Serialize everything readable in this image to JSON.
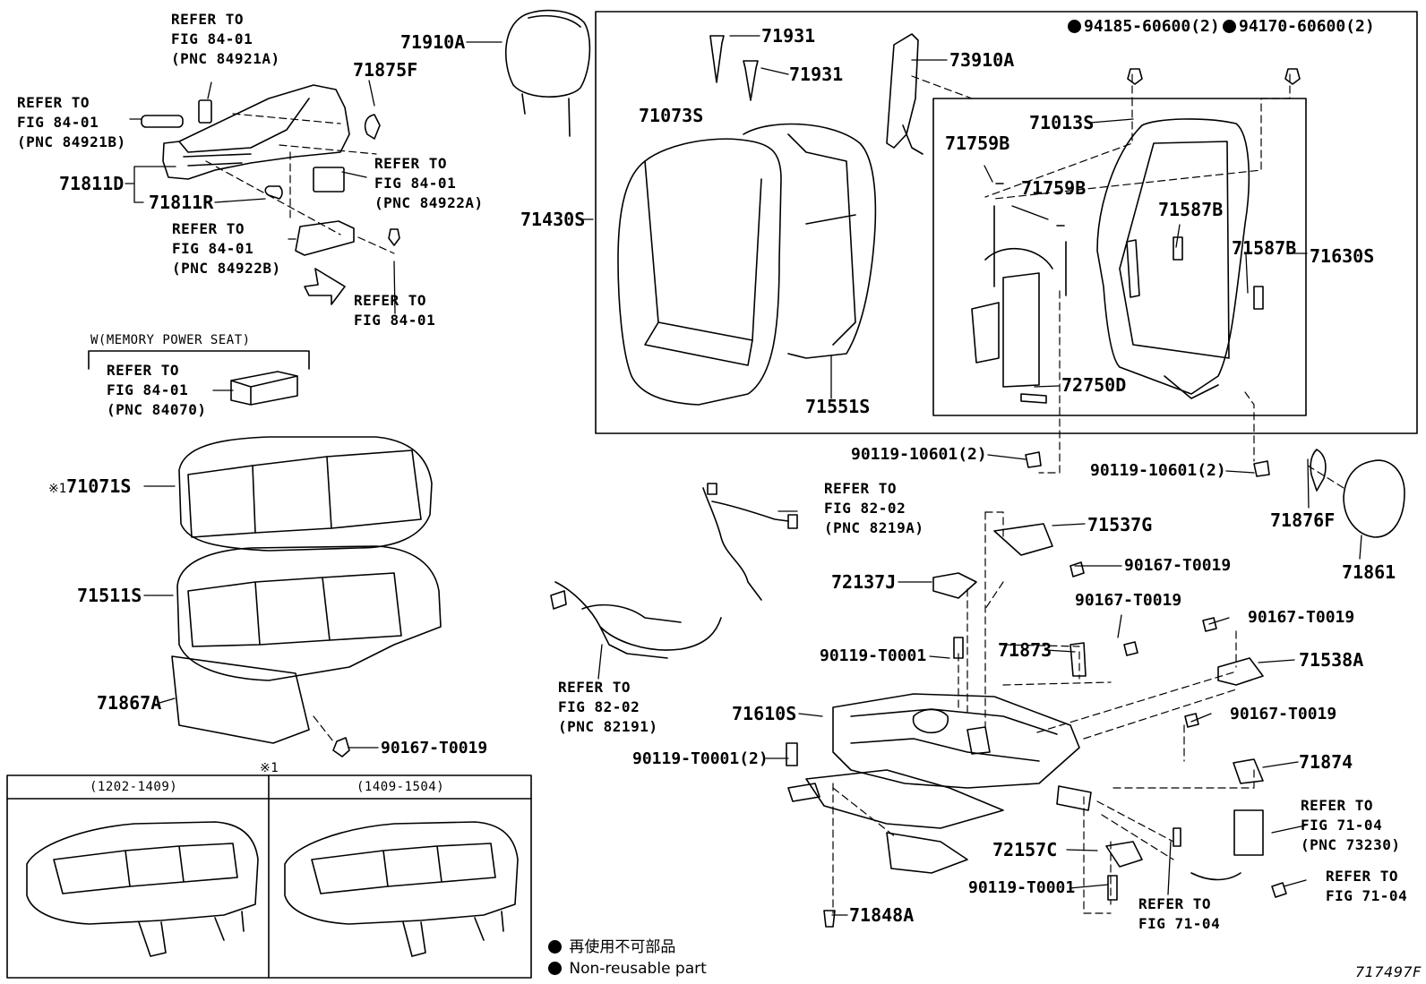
{
  "callouts": {
    "p71910A": "71910A",
    "p71875F": "71875F",
    "p71811D": "71811D",
    "p71811R": "71811R",
    "p71931a": "71931",
    "p71931b": "71931",
    "p73910A": "73910A",
    "p71073S": "71073S",
    "p71430S": "71430S",
    "p71013S": "71013S",
    "p71759Ba": "71759B",
    "p71759Bb": "71759B",
    "p71587Ba": "71587B",
    "p71587Bb": "71587B",
    "p71630S": "71630S",
    "p72750D": "72750D",
    "p71551S": "71551S",
    "p94185": "94185-60600(2)",
    "p94170": "94170-60600(2)",
    "p90119_10601a": "90119-10601(2)",
    "p90119_10601b": "90119-10601(2)",
    "p71876F": "71876F",
    "p71861": "71861",
    "p71071S": "71071S",
    "p71071S_mark": "※1",
    "p71511S": "71511S",
    "p71867A": "71867A",
    "p90167_a": "90167-T0019",
    "p71537G": "71537G",
    "p90167_b": "90167-T0019",
    "p72137J": "72137J",
    "p90167_c": "90167-T0019",
    "p90167_d": "90167-T0019",
    "p90119_T0001a": "90119-T0001",
    "p71873": "71873",
    "p71538A": "71538A",
    "p71610S": "71610S",
    "p90167_e": "90167-T0019",
    "p90119_T0001b": "90119-T0001(2)",
    "p71874": "71874",
    "p72157C": "72157C",
    "p90119_T0001c": "90119-T0001",
    "p71848A": "71848A"
  },
  "refs": {
    "r1": [
      "REFER TO",
      "FIG 84-01",
      "(PNC 84921A)"
    ],
    "r2": [
      "REFER TO",
      "FIG 84-01",
      "(PNC 84921B)"
    ],
    "r3": [
      "REFER TO",
      "FIG 84-01",
      "(PNC 84922A)"
    ],
    "r4": [
      "REFER TO",
      "FIG 84-01",
      "(PNC 84922B)"
    ],
    "r5": [
      "REFER TO",
      "FIG 84-01"
    ],
    "r6": [
      "REFER TO",
      "FIG 84-01",
      "(PNC 84070)"
    ],
    "r7": [
      "REFER TO",
      "FIG 82-02",
      "(PNC 8219A)"
    ],
    "r8": [
      "REFER TO",
      "FIG 82-02",
      "(PNC 82191)"
    ],
    "r9": [
      "REFER TO",
      "FIG 71-04",
      "(PNC 73230)"
    ],
    "r10": [
      "REFER TO",
      "FIG 71-04"
    ],
    "r11": [
      "REFER TO",
      "FIG 71-04"
    ]
  },
  "memory_seat_label": "W(MEMORY POWER SEAT)",
  "variant_box": {
    "mark": "※1",
    "left_header": "(1202-1409)",
    "right_header": "(1409-1504)"
  },
  "legend": {
    "jp": "再使用不可部品",
    "en": "Non-reusable part"
  },
  "figure_code": "717497F"
}
